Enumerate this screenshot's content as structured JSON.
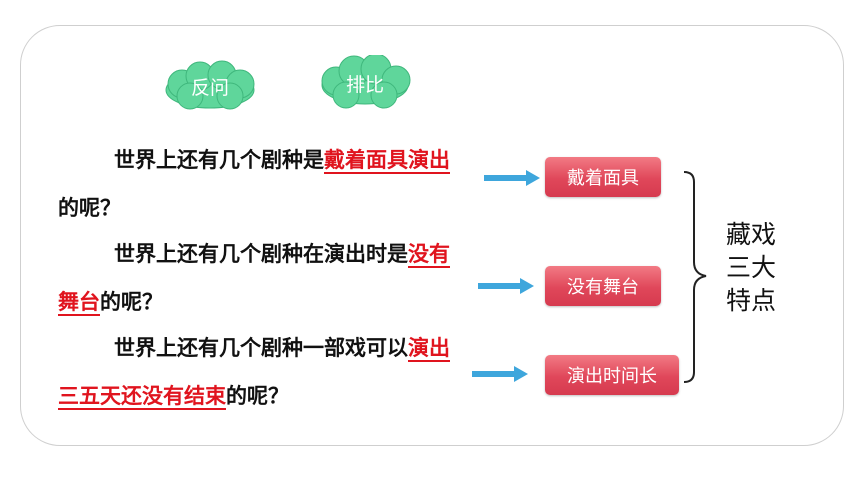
{
  "clouds": [
    {
      "label": "反问",
      "color": "#5fd69b"
    },
    {
      "label": "排比",
      "color": "#5fd69b"
    }
  ],
  "paragraphs": [
    {
      "before": "世界上还有几个剧种是",
      "highlight": "戴着面具演出",
      "after": "的呢？"
    },
    {
      "before": "世界上还有几个剧种在演出时是",
      "highlight": "没有舞台",
      "after": "的呢？"
    },
    {
      "before": "世界上还有几个剧种一部戏可以",
      "highlight": "演出三五天还没有结束",
      "after": "的呢？"
    }
  ],
  "tags": [
    "戴着面具",
    "没有舞台",
    "演出时间长"
  ],
  "conclusion": {
    "line1": "藏戏",
    "line2": "三大",
    "line3": "特点"
  },
  "colors": {
    "highlight": "#e0141e",
    "tag": "#e0475a",
    "arrow": "#3ea6dc",
    "cloud": "#5fd69b"
  }
}
